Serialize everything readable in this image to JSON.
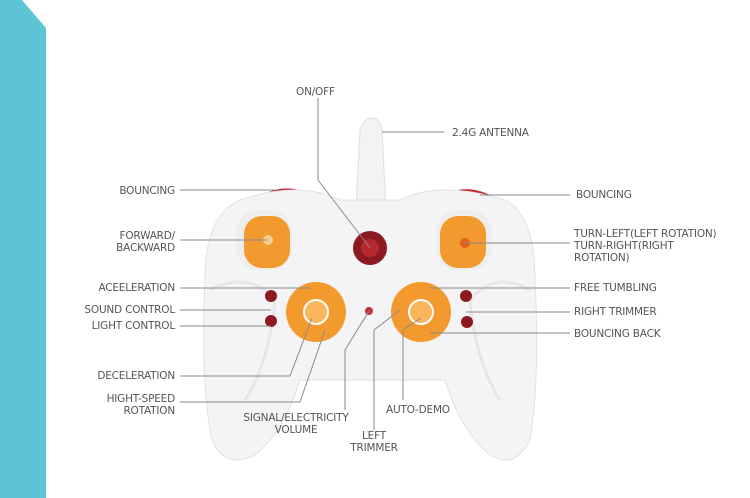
{
  "colors": {
    "band": "#5cc4d4",
    "orange": "#f39a2e",
    "body": "#f4f4f6",
    "led": "#9b1b22",
    "line": "#8a8a8a",
    "text": "#555555"
  },
  "labels": {
    "on_off": "ON/OFF",
    "antenna": "2.4G ANTENNA",
    "bouncing_left": "BOUNCING",
    "bouncing_right": "BOUNCING",
    "forward_backward": [
      "FORWARD/",
      "BACKWARD"
    ],
    "turn": [
      "TURN-LEFT(LEFT ROTATION)",
      "TURN-RIGHT(RIGHT",
      "ROTATION)"
    ],
    "acceleration": "ACEELERATION",
    "sound_control": "SOUND CONTROL",
    "light_control": "LIGHT CONTROL",
    "deceleration": "DECELERATION",
    "high_speed": [
      "HIGHT-SPEED",
      "ROTATION"
    ],
    "signal": [
      "SIGNAL/ELECTRICITY",
      "VOLUME"
    ],
    "left_trimmer": [
      "LEFT",
      "TRIMMER"
    ],
    "auto_demo": "AUTO-DEMO",
    "free_tumbling": "FREE TUMBLING",
    "right_trimmer": "RIGHT TRIMMER",
    "bouncing_back": "BOUNCING BACK"
  }
}
